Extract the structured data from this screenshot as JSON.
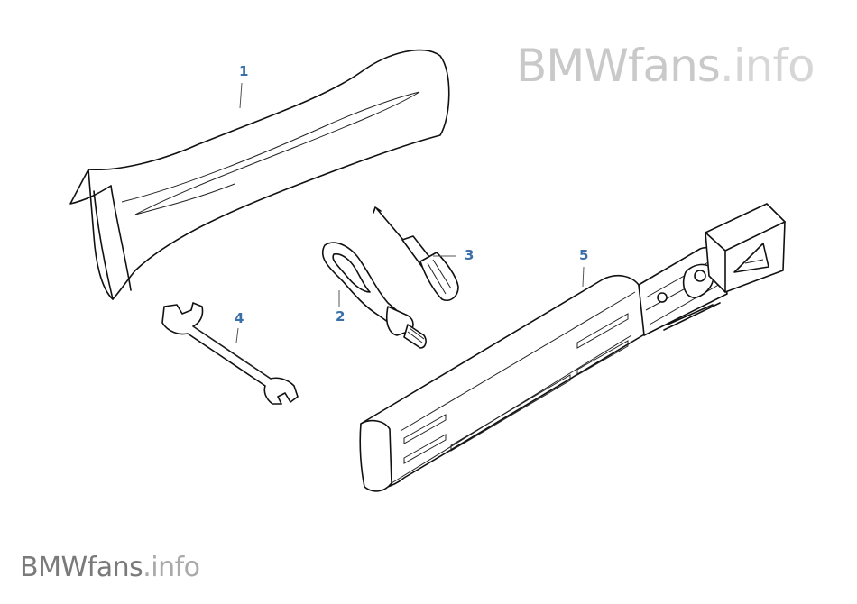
{
  "watermark": {
    "brand": "BMWfans",
    "suffix": ".info"
  },
  "callouts": [
    "1",
    "2",
    "3",
    "4",
    "5"
  ],
  "icons": [
    "tool-bag-icon",
    "towing-eye-icon",
    "screwdriver-icon",
    "open-end-wrench-icon",
    "tool-case-icon"
  ]
}
